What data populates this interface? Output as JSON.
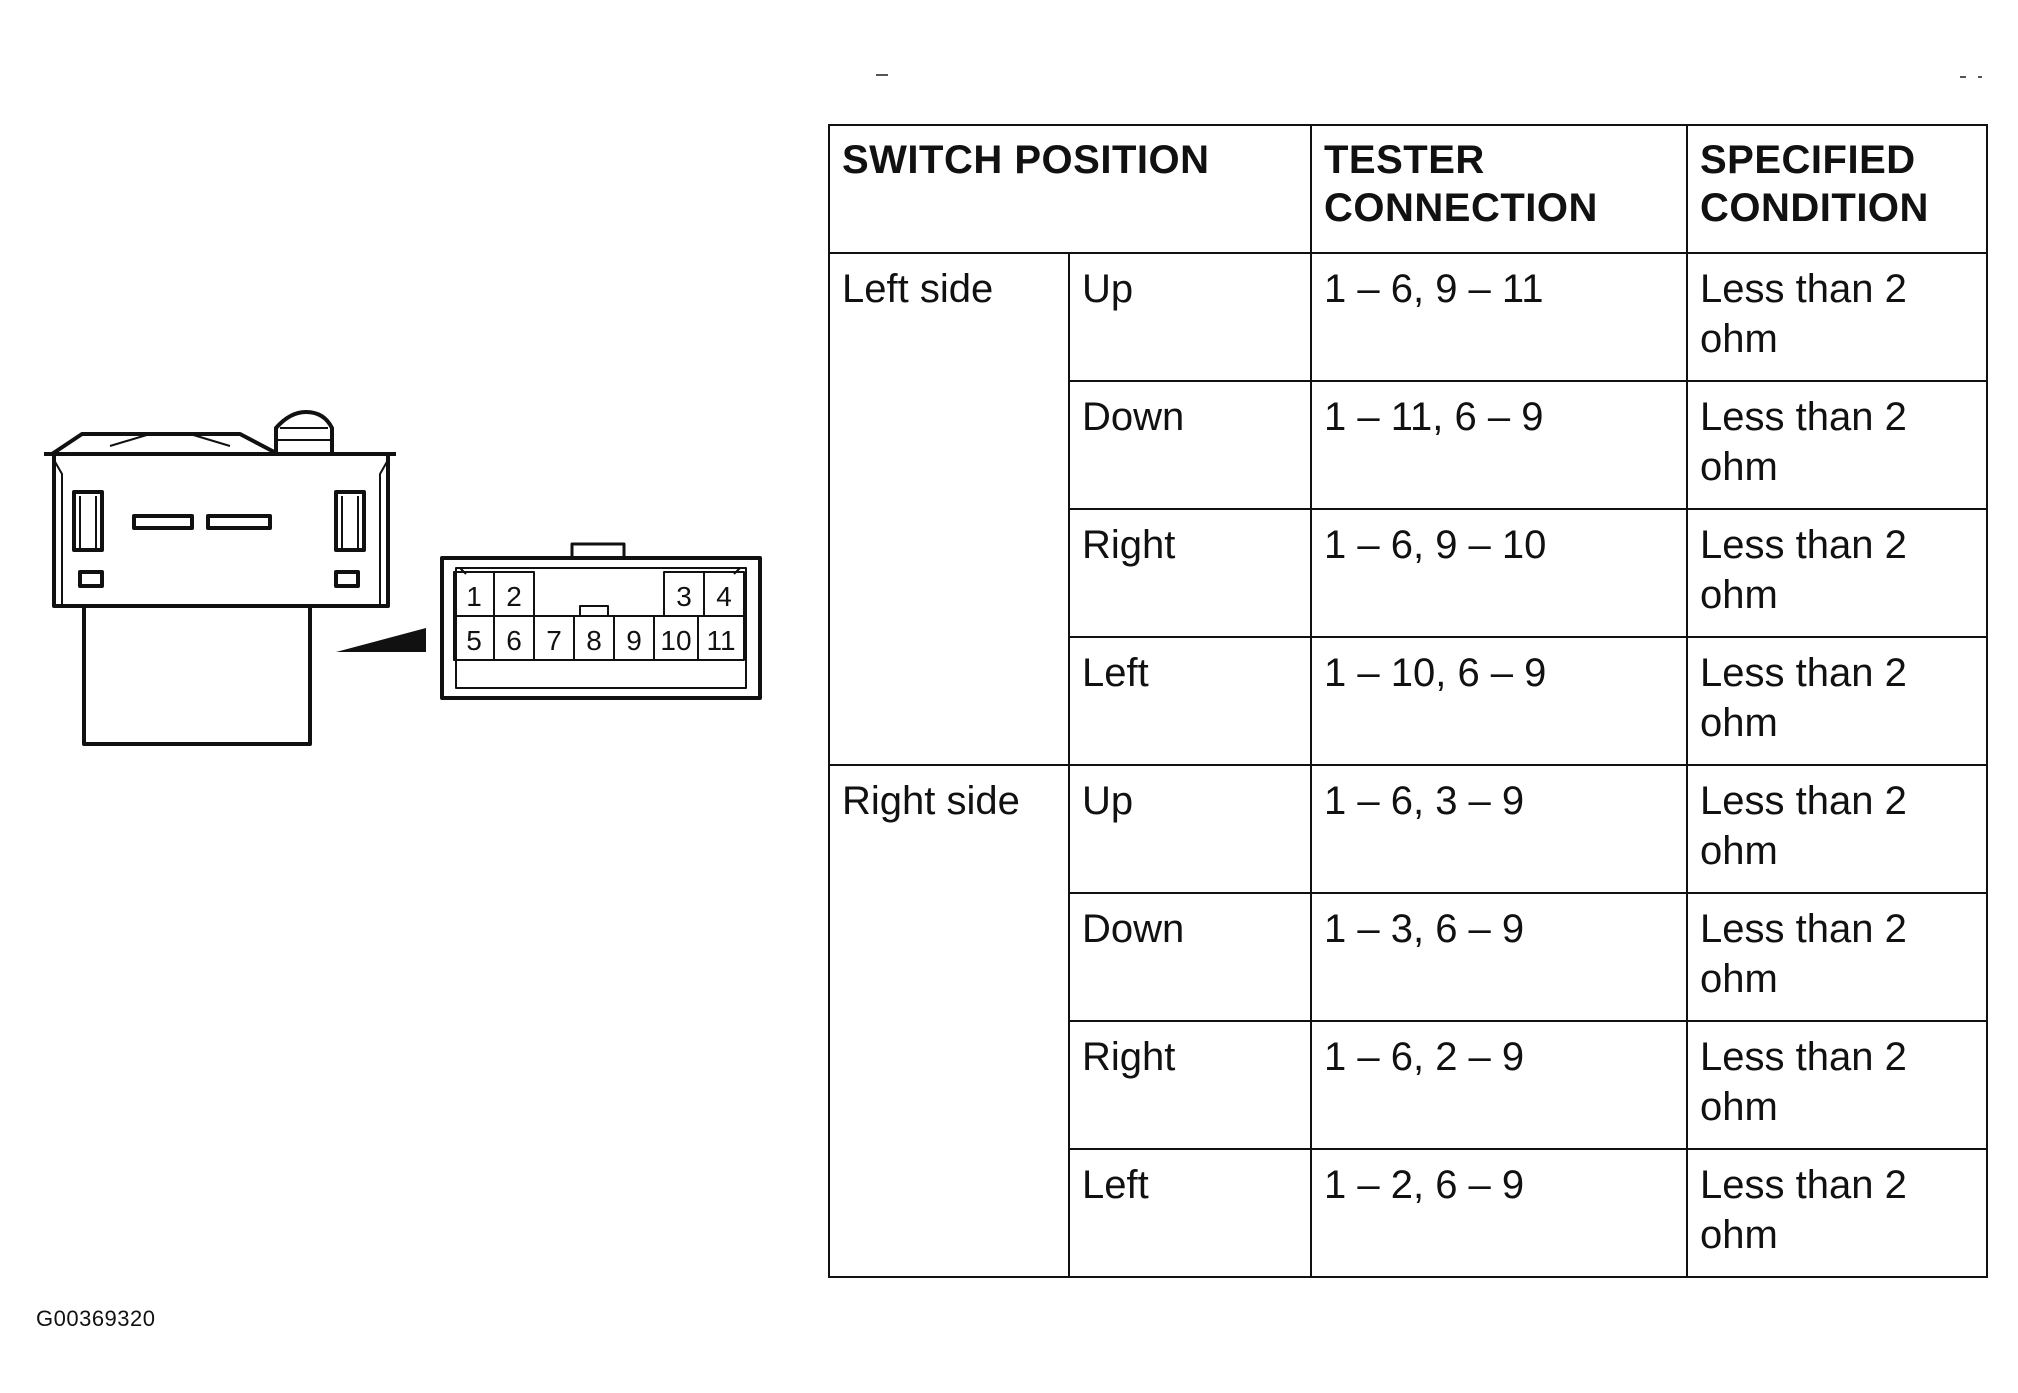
{
  "connector": {
    "pins_top": [
      "1",
      "2",
      "3",
      "4"
    ],
    "pins_bottom": [
      "5",
      "6",
      "7",
      "8",
      "9",
      "10",
      "11"
    ]
  },
  "table": {
    "headers": {
      "switch_position": "SWITCH POSITION",
      "tester_connection_line1": "TESTER",
      "tester_connection_line2": "CONNECTION",
      "specified_condition_line1": "SPECIFIED",
      "specified_condition_line2": "CONDITION"
    },
    "groups": [
      {
        "side": "Left side",
        "rows": [
          {
            "direction": "Up",
            "connection": "1 – 6, 9 – 11",
            "condition_line1": "Less than 2",
            "condition_line2": "ohm"
          },
          {
            "direction": "Down",
            "connection": "1 – 11, 6 – 9",
            "condition_line1": "Less than 2",
            "condition_line2": "ohm"
          },
          {
            "direction": "Right",
            "connection": "1 – 6, 9 – 10",
            "condition_line1": "Less than 2",
            "condition_line2": "ohm"
          },
          {
            "direction": "Left",
            "connection": "1 – 10, 6 – 9",
            "condition_line1": "Less than 2",
            "condition_line2": "ohm"
          }
        ]
      },
      {
        "side": "Right side",
        "rows": [
          {
            "direction": "Up",
            "connection": "1 – 6, 3 – 9",
            "condition_line1": "Less than 2",
            "condition_line2": "ohm"
          },
          {
            "direction": "Down",
            "connection": "1 – 3, 6 – 9",
            "condition_line1": "Less than 2",
            "condition_line2": "ohm"
          },
          {
            "direction": "Right",
            "connection": "1 – 6, 2 – 9",
            "condition_line1": "Less than 2",
            "condition_line2": "ohm"
          },
          {
            "direction": "Left",
            "connection": "1 – 2, 6 – 9",
            "condition_line1": "Less than 2",
            "condition_line2": "ohm"
          }
        ]
      }
    ]
  },
  "figure_id": "G00369320"
}
